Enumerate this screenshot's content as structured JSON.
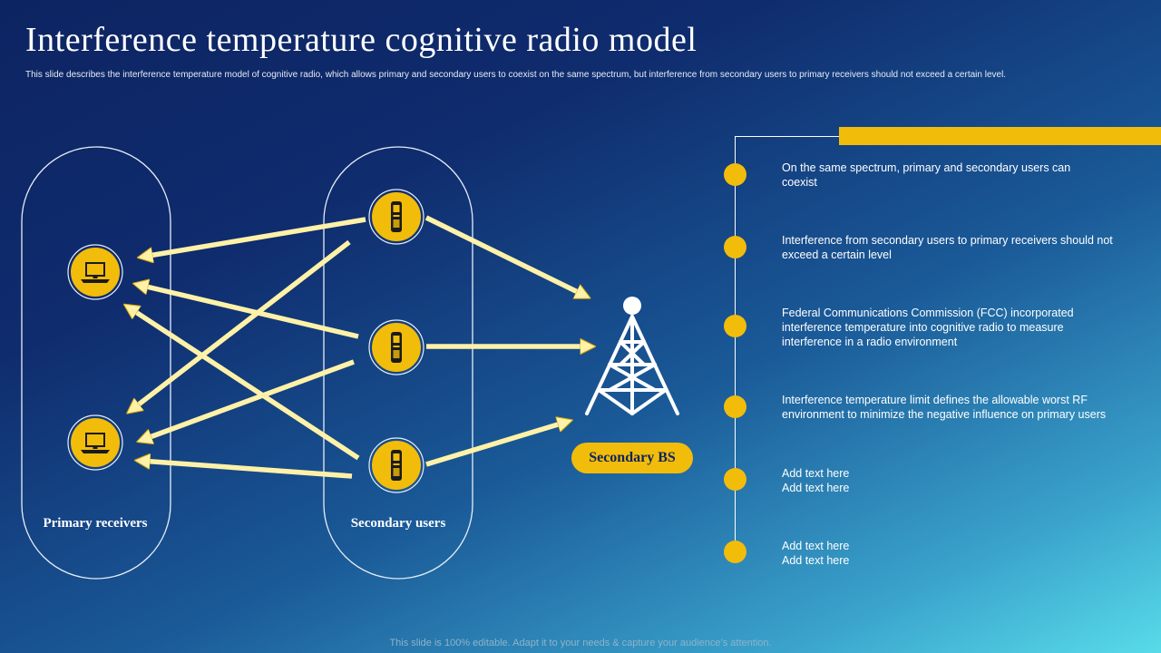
{
  "title": "Interference temperature cognitive radio model",
  "subtitle": "This slide describes the interference temperature model of cognitive radio, which allows primary and secondary users to coexist on the same spectrum, but interference from secondary users to primary receivers should not exceed a certain level.",
  "groups": {
    "primary_label": "Primary receivers",
    "secondary_label": "Secondary users",
    "bs_label": "Secondary BS"
  },
  "points": [
    "On the same spectrum, primary and secondary users can coexist",
    "Interference from secondary users to primary receivers should not exceed a certain level",
    "Federal Communications Commission (FCC) incorporated interference temperature into cognitive radio to measure interference in a radio environment",
    "Interference temperature limit defines the allowable worst RF environment to minimize the negative influence on primary users",
    "Add text here\nAdd text here",
    "Add text here\nAdd text here"
  ],
  "footer": "This slide is 100% editable. Adapt it to your needs & capture your audience’s attention.",
  "colors": {
    "accent": "#f2bc0a",
    "arrow": "#fff2a8",
    "text": "#ffffff"
  },
  "icons": {
    "primary": "computer-icon",
    "secondary": "mobile-phone-icon",
    "base_station": "tower-icon"
  }
}
